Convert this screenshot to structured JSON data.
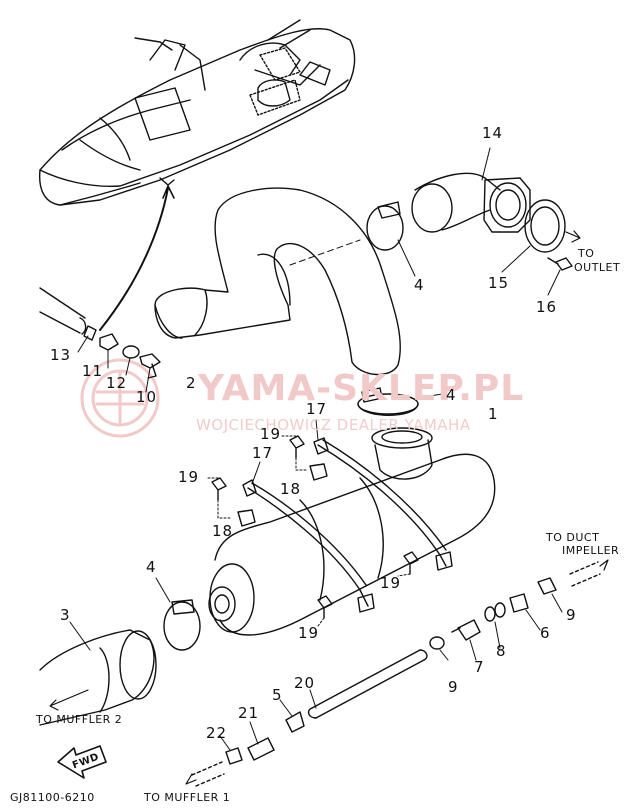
{
  "watermark": {
    "brand": "YAMA-SKLEP.PL",
    "tagline": "WOJCIECHOWICZ DEALER YAMAHA"
  },
  "parts": [
    {
      "key": "p1",
      "num": "1"
    },
    {
      "key": "p2",
      "num": "2"
    },
    {
      "key": "p3",
      "num": "3"
    },
    {
      "key": "p4a",
      "num": "4"
    },
    {
      "key": "p4b",
      "num": "4"
    },
    {
      "key": "p4c",
      "num": "4"
    },
    {
      "key": "p5",
      "num": "5"
    },
    {
      "key": "p6",
      "num": "6"
    },
    {
      "key": "p7",
      "num": "7"
    },
    {
      "key": "p8",
      "num": "8"
    },
    {
      "key": "p9a",
      "num": "9"
    },
    {
      "key": "p9b",
      "num": "9"
    },
    {
      "key": "p10",
      "num": "10"
    },
    {
      "key": "p11",
      "num": "11"
    },
    {
      "key": "p12",
      "num": "12"
    },
    {
      "key": "p13",
      "num": "13"
    },
    {
      "key": "p14",
      "num": "14"
    },
    {
      "key": "p15",
      "num": "15"
    },
    {
      "key": "p16",
      "num": "16"
    },
    {
      "key": "p17a",
      "num": "17"
    },
    {
      "key": "p17b",
      "num": "17"
    },
    {
      "key": "p18a",
      "num": "18"
    },
    {
      "key": "p18b",
      "num": "18"
    },
    {
      "key": "p19a",
      "num": "19"
    },
    {
      "key": "p19b",
      "num": "19"
    },
    {
      "key": "p19c",
      "num": "19"
    },
    {
      "key": "p19d",
      "num": "19"
    },
    {
      "key": "p20",
      "num": "20"
    },
    {
      "key": "p21",
      "num": "21"
    },
    {
      "key": "p22",
      "num": "22"
    }
  ],
  "captions": {
    "to_outlet_1": "TO",
    "to_outlet_2": "OUTLET",
    "to_duct_1": "TO DUCT",
    "to_duct_2": "IMPELLER",
    "to_muffler2": "TO MUFFLER 2",
    "to_muffler1": "TO MUFFLER 1",
    "fwd": "FWD",
    "diagram_code": "GJ81100-6210"
  }
}
